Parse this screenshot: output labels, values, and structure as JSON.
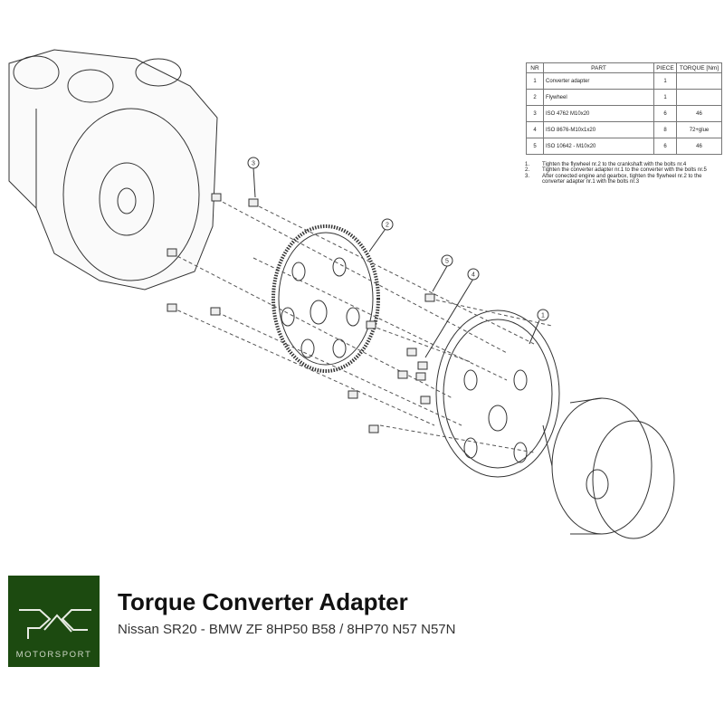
{
  "table": {
    "headers": [
      "NR",
      "PART",
      "PIECE",
      "TORQUE [Nm]"
    ],
    "rows": [
      [
        "1",
        "Converter adapter",
        "1",
        ""
      ],
      [
        "2",
        "Flywheel",
        "1",
        ""
      ],
      [
        "3",
        "ISO 4762 M10x20",
        "6",
        "46"
      ],
      [
        "4",
        "ISO 8676-M10x1x20",
        "8",
        "72+glue"
      ],
      [
        "5",
        "ISO 10642 - M10x20",
        "6",
        "46"
      ]
    ]
  },
  "notes": [
    {
      "n": "1.",
      "text": "Tighten the flywheel nr.2 to the crankshaft with the bolts nr.4"
    },
    {
      "n": "2.",
      "text": "Tighten the converter adapter nr.1 to the converter with the bolts nr.5"
    },
    {
      "n": "3.",
      "text": "After conected engine and gearbox, tighten the flywheel nr.2 to the converter adapter nr.1 with the bolts nr.3"
    }
  ],
  "callouts": [
    "1",
    "2",
    "3",
    "4",
    "5"
  ],
  "logo": {
    "text": "MOTORSPORT",
    "color": "#1c4a10"
  },
  "product": {
    "title": "Torque Converter Adapter",
    "subtitle": "Nissan SR20 - BMW ZF 8HP50 B58 / 8HP70 N57 N57N"
  }
}
